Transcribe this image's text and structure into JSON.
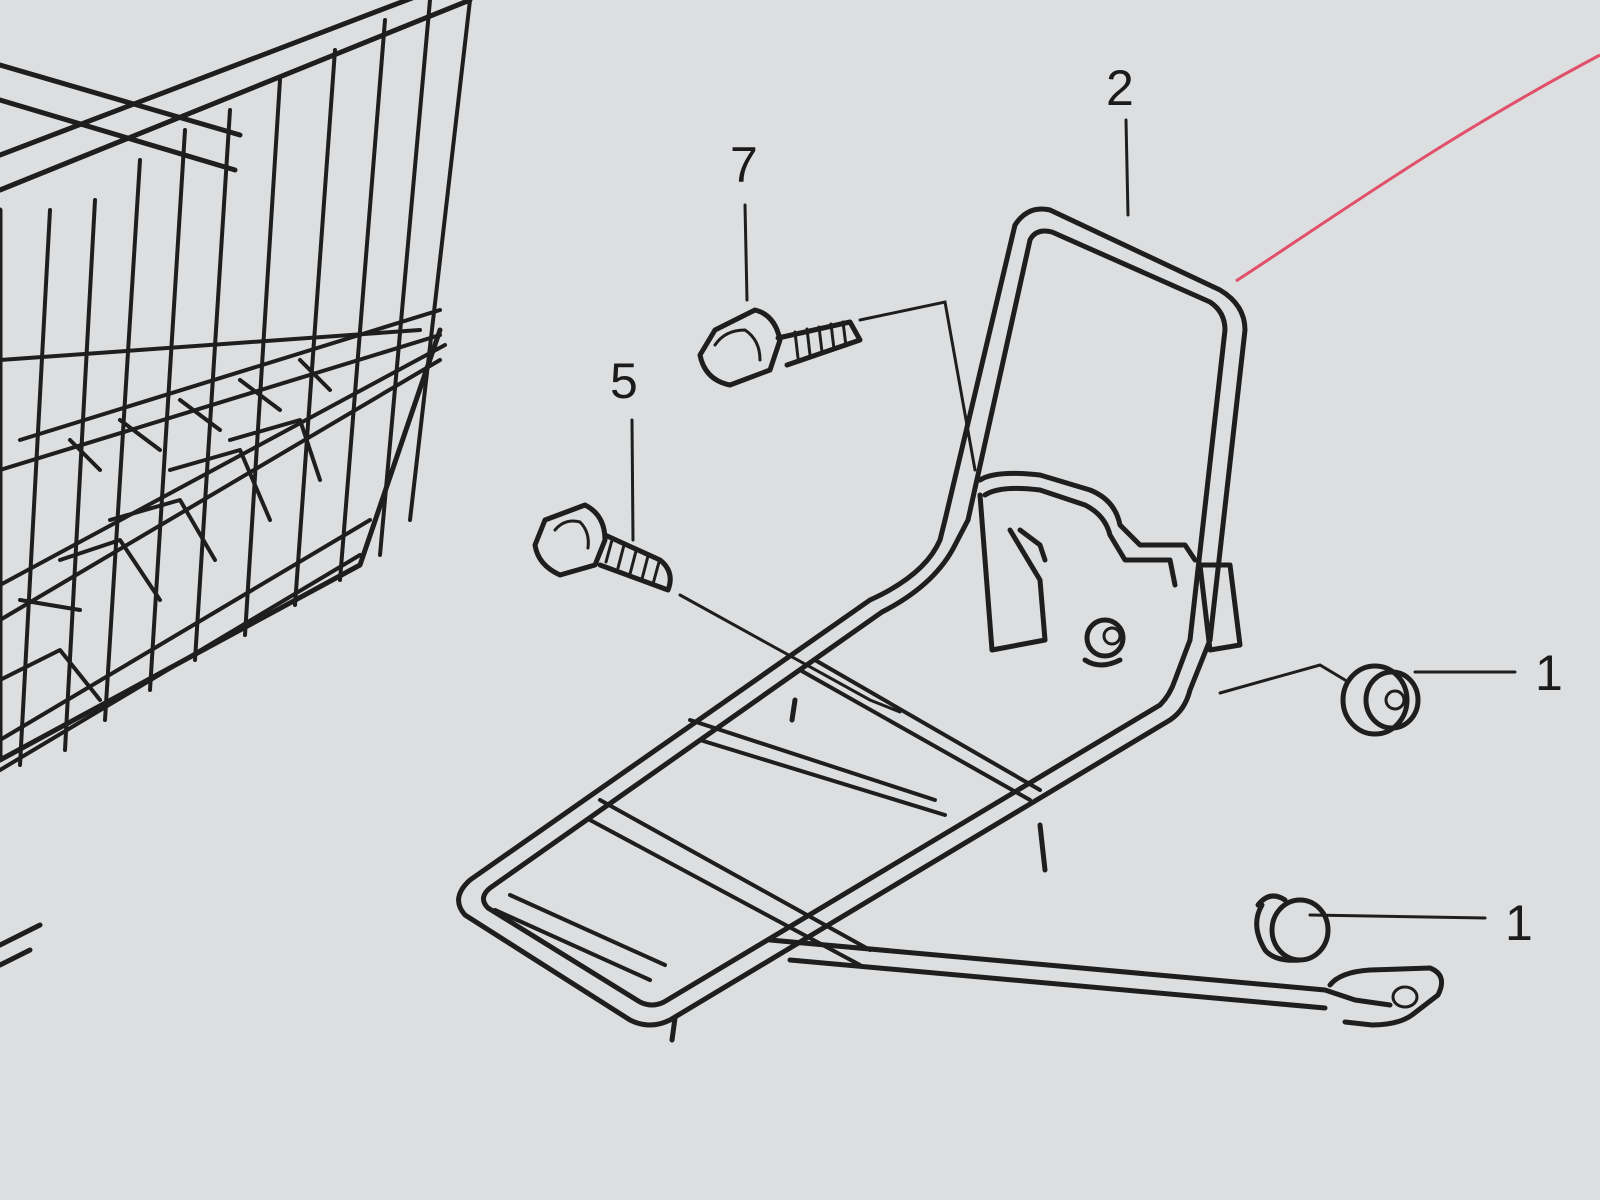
{
  "diagram": {
    "callouts": [
      {
        "id": "part-2",
        "label": "2"
      },
      {
        "id": "part-7",
        "label": "7"
      },
      {
        "id": "part-5",
        "label": "5"
      },
      {
        "id": "part-1-upper",
        "label": "1"
      },
      {
        "id": "part-1-lower",
        "label": "1"
      }
    ],
    "parts": [
      {
        "id": "wire-basket",
        "icon": "wire-basket-icon"
      },
      {
        "id": "rack-frame",
        "icon": "rack-frame-icon"
      },
      {
        "id": "bolt-7",
        "icon": "bolt-icon"
      },
      {
        "id": "bolt-5",
        "icon": "bolt-icon"
      },
      {
        "id": "collar-upper",
        "icon": "collar-nut-icon"
      },
      {
        "id": "collar-lower",
        "icon": "collar-nut-icon"
      }
    ],
    "colors": {
      "paper": "#d9dbdc",
      "ink": "#1e1e1e",
      "red_string": "#e0506a"
    }
  }
}
